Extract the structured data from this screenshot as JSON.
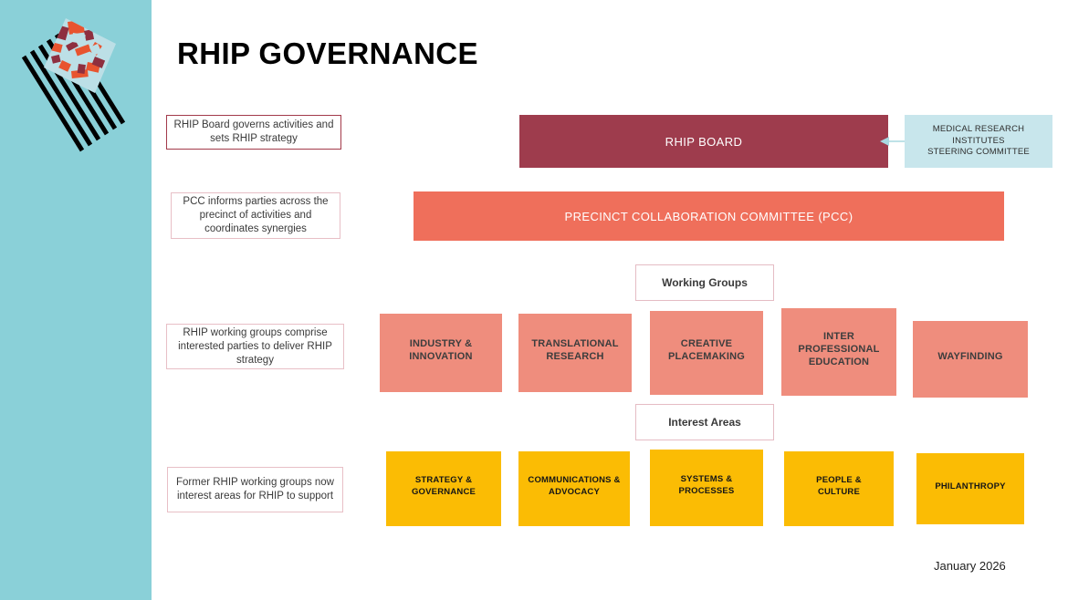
{
  "page": {
    "title": "RHIP GOVERNANCE",
    "footer_date": "January 2026",
    "colors": {
      "sidebar_teal": "#8ad0d8",
      "board_maroon": "#9e3c4d",
      "pcc_coral": "#ef6f5b",
      "working_group_salmon": "#ef8d7d",
      "interest_area_yellow": "#fbbc04",
      "mri_light_blue": "#c8e6ec",
      "callout_border_strong": "#a33a4a",
      "callout_border_soft": "#e8bfc6"
    }
  },
  "logo": {
    "name": "rhip-logo",
    "stripe_color": "#000000",
    "mosaic_colors": [
      "#e8542f",
      "#8e2f3f",
      "#bcdfe6",
      "#f07a55"
    ]
  },
  "callouts": [
    {
      "id": "board",
      "text": "RHIP Board governs activities and sets RHIP strategy"
    },
    {
      "id": "pcc",
      "text": "PCC informs parties across the precinct of activities and coordinates synergies"
    },
    {
      "id": "wg",
      "text": "RHIP working groups comprise interested parties to deliver RHIP strategy"
    },
    {
      "id": "interest",
      "text": "Former RHIP working groups now interest areas for RHIP to support"
    }
  ],
  "board": {
    "label": "RHIP BOARD"
  },
  "mri": {
    "line1": "MEDICAL RESEARCH",
    "line2": "INSTITUTES",
    "line3": "STEERING COMMITTEE",
    "arrow_direction": "left",
    "arrow_color": "#a8d8e0"
  },
  "pcc": {
    "label": "PRECINCT COLLABORATION COMMITTEE (PCC)"
  },
  "chips": {
    "working_groups": "Working Groups",
    "interest_areas": "Interest Areas"
  },
  "working_groups": [
    {
      "line1": "INDUSTRY &",
      "line2": "INNOVATION"
    },
    {
      "line1": "TRANSLATIONAL",
      "line2": "RESEARCH"
    },
    {
      "line1": "CREATIVE",
      "line2": "PLACEMAKING"
    },
    {
      "line1": "INTER",
      "line2": "PROFESSIONAL",
      "line3": "EDUCATION"
    },
    {
      "line1": "WAYFINDING",
      "line2": ""
    }
  ],
  "interest_areas": [
    {
      "line1": "STRATEGY &",
      "line2": "GOVERNANCE"
    },
    {
      "line1": "COMMUNICATIONS &",
      "line2": "ADVOCACY"
    },
    {
      "line1": "SYSTEMS &",
      "line2": "PROCESSES"
    },
    {
      "line1": "PEOPLE &",
      "line2": "CULTURE"
    },
    {
      "line1": "PHILANTHROPY",
      "line2": ""
    }
  ]
}
